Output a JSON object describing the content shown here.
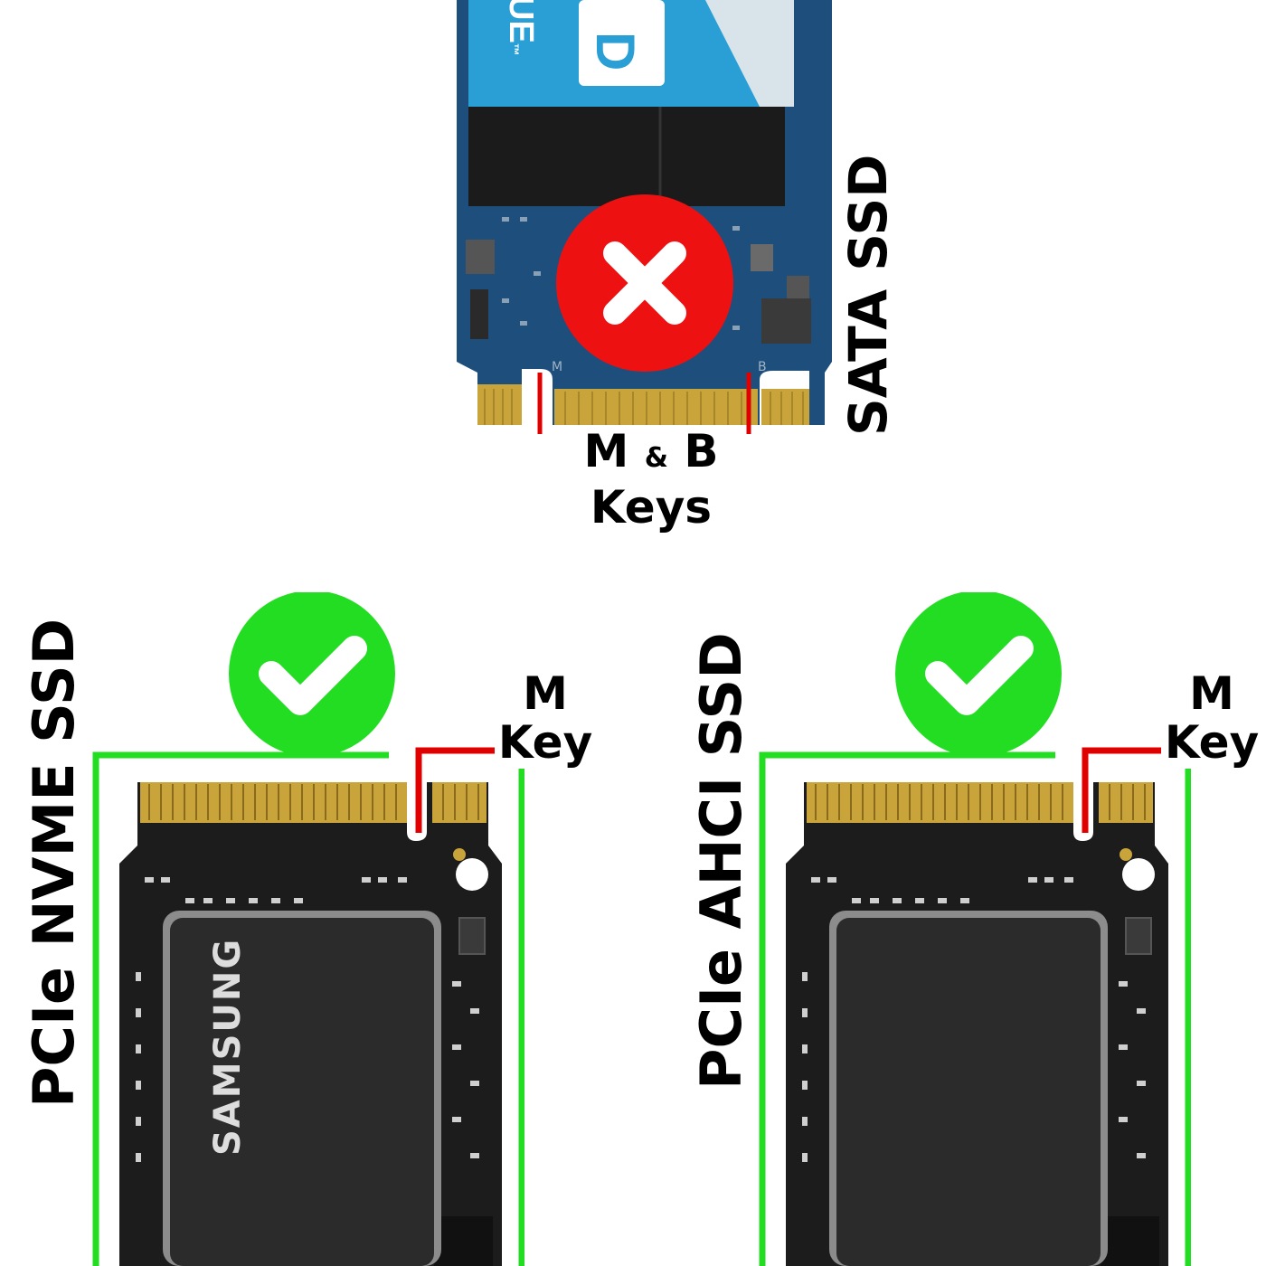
{
  "top": {
    "label": "SATA SSD",
    "brand_fragment": "UE",
    "trademark": "™",
    "status_icon": "x-icon",
    "key_line1_left": "M",
    "key_line1_amp": "&",
    "key_line1_right": "B",
    "key_line2": "Keys",
    "pad_left": "M",
    "pad_right": "B"
  },
  "left": {
    "label": "PCIe NVME SSD",
    "brand": "SAMSUNG",
    "status_icon": "checkmark-icon",
    "key_line1": "M",
    "key_line2": "Key"
  },
  "right": {
    "label": "PCIe AHCI SSD",
    "status_icon": "checkmark-icon",
    "key_line1": "M",
    "key_line2": "Key"
  },
  "colors": {
    "green": "#22dd22",
    "red": "#ee1111",
    "key_line_red": "#e00000",
    "pcb_blue": "#1e4f7c",
    "label_blue": "#2a9fd6",
    "gold": "#c9a43a",
    "pcb_black": "#1c1c1c",
    "chip": "#2b2b2b"
  }
}
